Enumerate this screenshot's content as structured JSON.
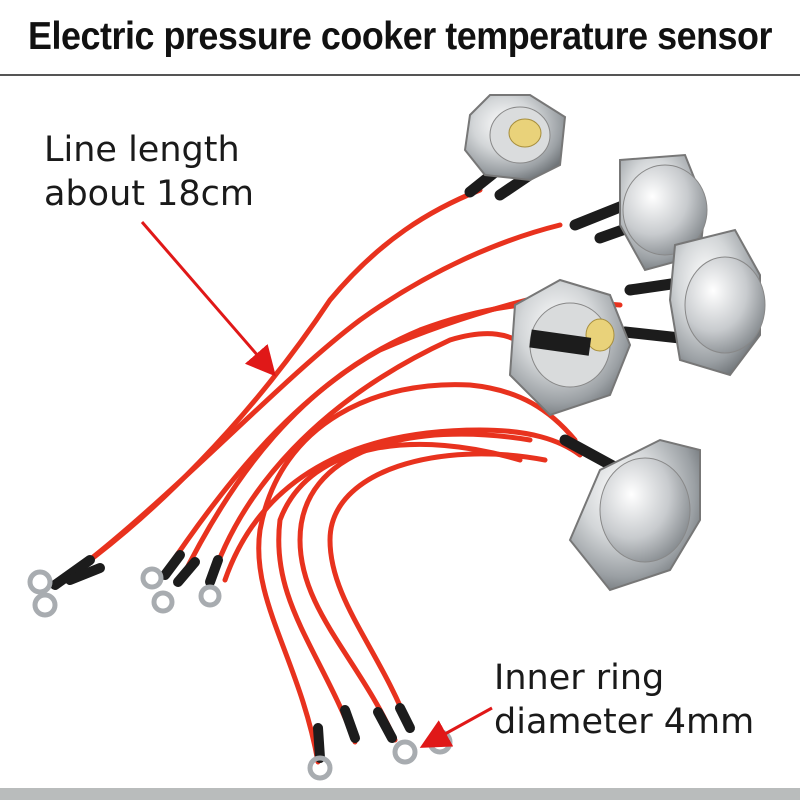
{
  "title": "Electric pressure cooker temperature sensor",
  "annotations": {
    "line_length": {
      "line1": "Line length",
      "line2": "about 18cm"
    },
    "inner_ring": {
      "line1": "Inner ring",
      "line2": "diameter 4mm"
    }
  },
  "colors": {
    "wire": "#e8321e",
    "sleeve": "#1c1c1c",
    "metal": "#c9cdd0",
    "arrow": "#e01818"
  },
  "product_photo": {
    "sensor_count": 5
  }
}
